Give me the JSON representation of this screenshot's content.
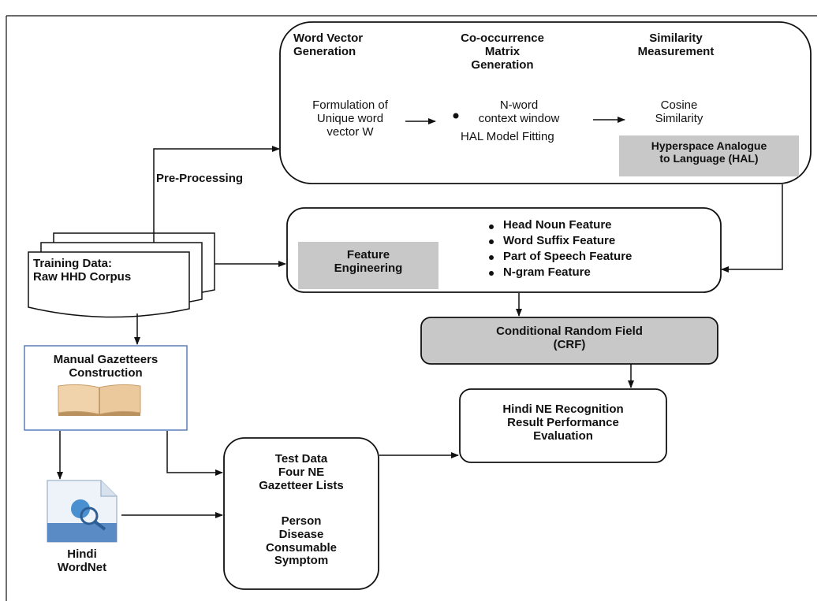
{
  "hal_block": {
    "col1_title": "Word Vector\nGeneration",
    "col2_title": "Co-occurrence\nMatrix\nGeneration",
    "col3_title": "Similarity\nMeasurement",
    "col1_text": "Formulation of\nUnique word\nvector W",
    "col2_item1": "N-word\ncontext window",
    "col2_item2": "HAL Model Fitting",
    "col3_text": "Cosine\nSimilarity",
    "hal_label": "Hyperspace Analogue\nto Language (HAL)"
  },
  "preprocessing_label": "Pre-Processing",
  "training_data": "Training Data:\nRaw HHD Corpus",
  "feature_engineering": {
    "label": "Feature\nEngineering",
    "items": [
      "Head Noun Feature",
      "Word Suffix Feature",
      "Part of Speech Feature",
      "N-gram Feature"
    ]
  },
  "crf_label": "Conditional Random Field\n(CRF)",
  "gazetteers_label": "Manual Gazetteers\nConstruction",
  "result_label": "Hindi NE Recognition\nResult Performance\nEvaluation",
  "test_data": {
    "title": "Test Data\nFour NE\nGazetteer Lists",
    "lists": "Person\nDisease\nConsumable\nSymptom"
  },
  "wordnet_label": "Hindi\nWordNet",
  "colors": {
    "line": "#111111",
    "gray_box": "#c8c8c8",
    "blue_border": "#5b7fb8",
    "book": "#e8c9a0"
  }
}
